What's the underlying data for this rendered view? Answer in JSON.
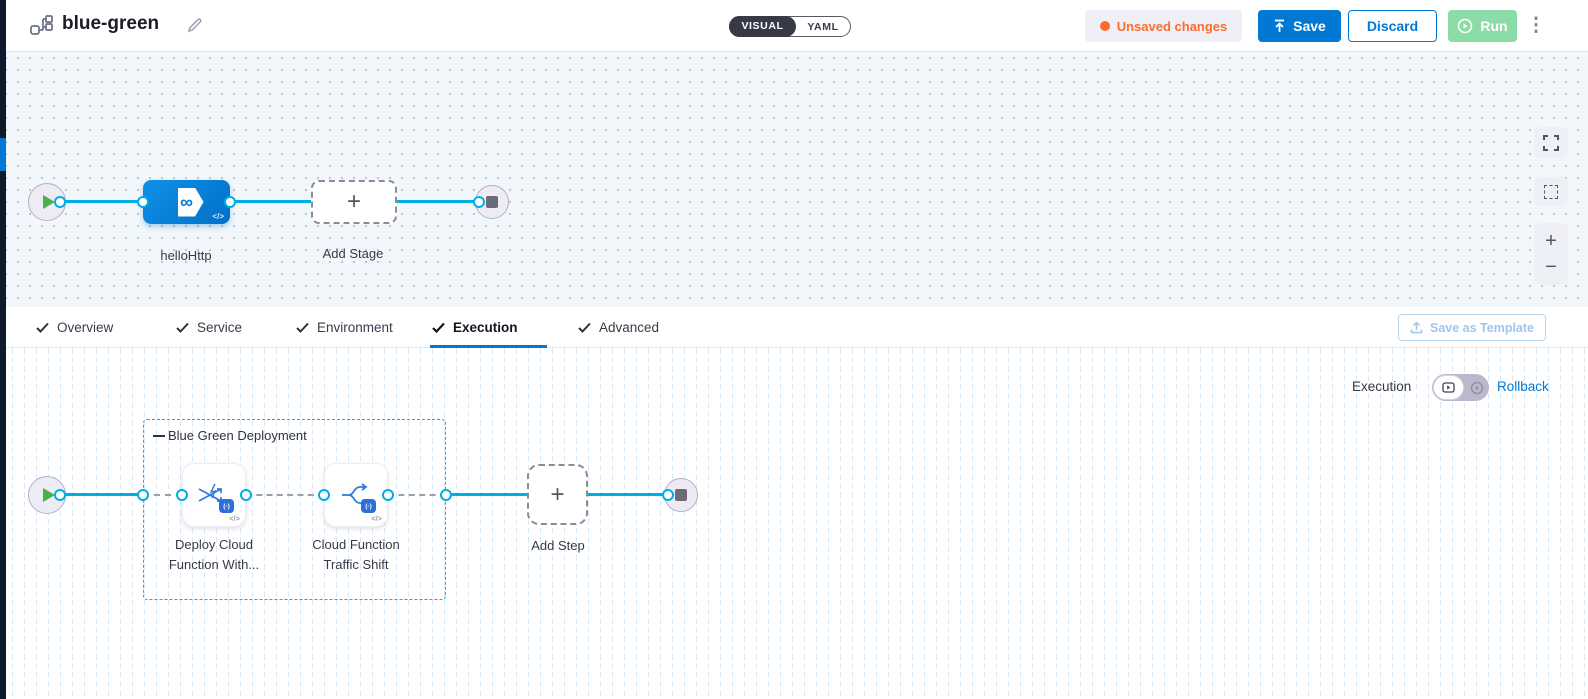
{
  "header": {
    "title": "blue-green",
    "mode_toggle": {
      "visual_label": "VISUAL",
      "yaml_label": "YAML",
      "selected": "VISUAL"
    },
    "unsaved_badge": {
      "label": "Unsaved changes"
    },
    "save_button": "Save",
    "discard_button": "Discard",
    "run_button": "Run"
  },
  "icons": {
    "plus": "+",
    "minus": "−",
    "kebab": "⋮",
    "infinity": "∞",
    "code": "</>",
    "gcf_badge": "(-)"
  },
  "colors": {
    "accent_blue": "#0278d5",
    "connector_cyan": "#00ade4",
    "unsaved_orange": "#ff6b2c",
    "run_green": "#8bdca6",
    "play_green": "#4db04f"
  },
  "stage_canvas": {
    "stage_name": "helloHttp",
    "add_stage_label": "Add Stage"
  },
  "tabs": {
    "items": [
      {
        "label": "Overview",
        "checked": true
      },
      {
        "label": "Service",
        "checked": true
      },
      {
        "label": "Environment",
        "checked": true
      },
      {
        "label": "Execution",
        "checked": true,
        "active": true
      },
      {
        "label": "Advanced",
        "checked": true
      }
    ],
    "save_as_template_button": "Save as Template"
  },
  "execution_canvas": {
    "mode_label": "Execution",
    "rollback_link": "Rollback",
    "group": {
      "label": "Blue Green Deployment",
      "steps": [
        {
          "label": "Deploy Cloud Function With..."
        },
        {
          "label": "Cloud Function Traffic Shift"
        }
      ]
    },
    "add_step_label": "Add Step"
  }
}
